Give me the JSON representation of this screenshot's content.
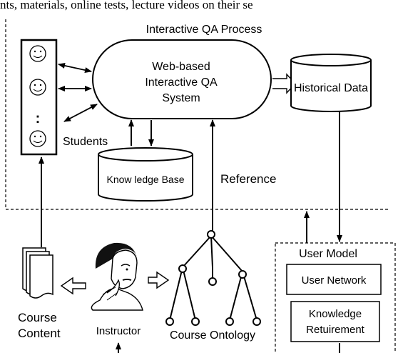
{
  "top_caption": "nts, materials, online tests, lecture videos on their se",
  "process_box": {
    "title": "Interactive QA Process"
  },
  "qa_system": {
    "line1": "Web-based",
    "line2": "Interactive QA",
    "line3": "System"
  },
  "students": {
    "label": "Students",
    "ellipsis": ":"
  },
  "knowledge_base": {
    "label": "Know ledge Base"
  },
  "historical_data": {
    "label": "Historical Data"
  },
  "reference": {
    "label": "Reference"
  },
  "course_content": {
    "line1": "Course",
    "line2": "Content"
  },
  "instructor": {
    "label": "Instructor"
  },
  "course_ontology": {
    "label": "Course Ontology"
  },
  "user_model": {
    "title": "User Model",
    "user_network": "User Network",
    "knowledge_line1": "Knowledge",
    "knowledge_line2": "Retuirement"
  }
}
